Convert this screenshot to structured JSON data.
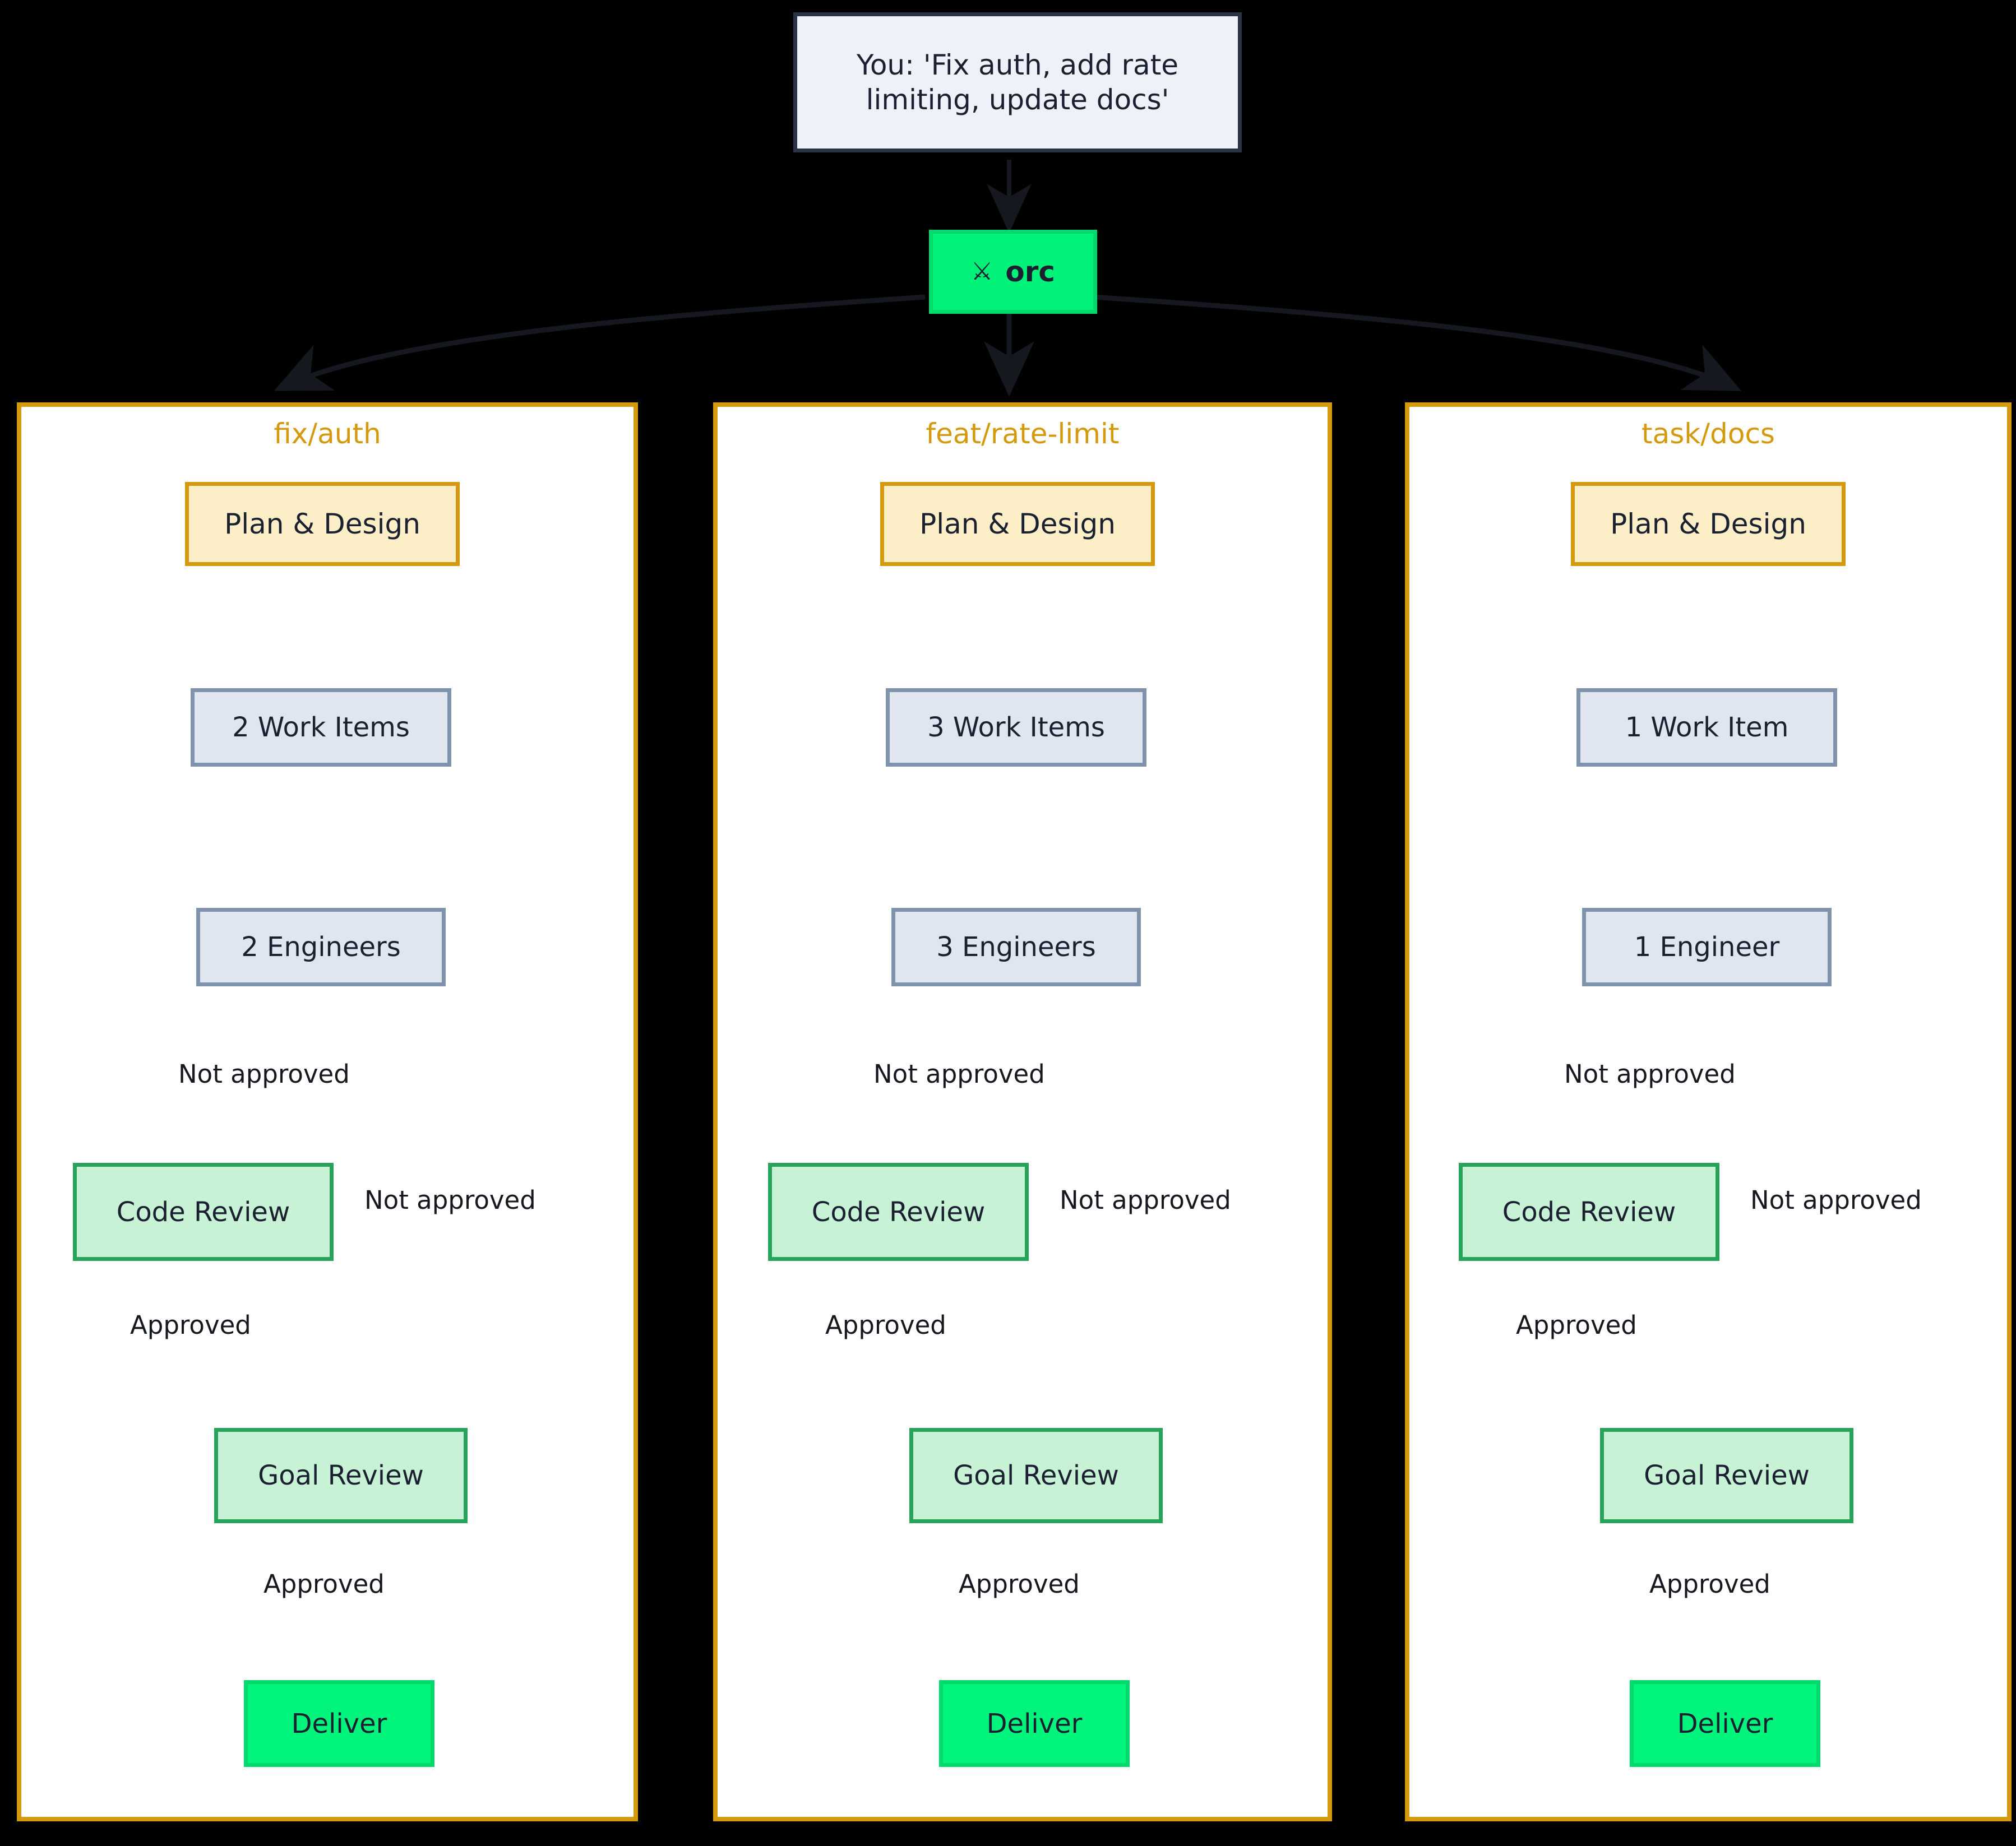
{
  "diagram": {
    "type": "flowchart",
    "background": "#000000",
    "colors": {
      "root_fill": "#eef2f8",
      "root_border": "#2b3447",
      "orchestrator_fill": "#00f279",
      "orchestrator_border": "#00d96c",
      "plan_fill": "#fcefc7",
      "plan_border": "#d4990d",
      "grey_fill": "#dfe6ef",
      "grey_border": "#7f93ac",
      "review_fill": "#c8f2d6",
      "review_border": "#28a35b",
      "deliver_fill": "#00f47c",
      "deliver_border": "#00d96c",
      "panel_fill": "#ffffff",
      "panel_border": "#d4990d",
      "subgraph_title": "#d4990d",
      "edge_stroke": "#15181f",
      "text": "#1b2030"
    }
  },
  "root": {
    "label": "You: 'Fix auth, add rate\nlimiting, update docs'"
  },
  "orchestrator": {
    "icon": "crossed-swords-icon",
    "icon_glyph": "⚔",
    "label": "orc"
  },
  "edge_labels": {
    "not_approved": "Not approved",
    "approved": "Approved"
  },
  "lanes": [
    {
      "title": "fix/auth",
      "nodes": {
        "plan": "Plan & Design",
        "work_items": "2 Work Items",
        "engineers": "2 Engineers",
        "code_review": "Code Review",
        "goal_review": "Goal Review",
        "deliver": "Deliver"
      },
      "edges": [
        {
          "from": "plan",
          "to": "work_items",
          "label": ""
        },
        {
          "from": "work_items",
          "to": "engineers",
          "label": ""
        },
        {
          "from": "engineers",
          "to": "code_review",
          "label": ""
        },
        {
          "from": "code_review",
          "to": "engineers",
          "label": "Not approved"
        },
        {
          "from": "code_review",
          "to": "goal_review",
          "label": "Approved"
        },
        {
          "from": "goal_review",
          "to": "engineers",
          "label": "Not approved"
        },
        {
          "from": "goal_review",
          "to": "deliver",
          "label": "Approved"
        }
      ]
    },
    {
      "title": "feat/rate-limit",
      "nodes": {
        "plan": "Plan & Design",
        "work_items": "3 Work Items",
        "engineers": "3 Engineers",
        "code_review": "Code Review",
        "goal_review": "Goal Review",
        "deliver": "Deliver"
      },
      "edges": [
        {
          "from": "plan",
          "to": "work_items",
          "label": ""
        },
        {
          "from": "work_items",
          "to": "engineers",
          "label": ""
        },
        {
          "from": "engineers",
          "to": "code_review",
          "label": ""
        },
        {
          "from": "code_review",
          "to": "engineers",
          "label": "Not approved"
        },
        {
          "from": "code_review",
          "to": "goal_review",
          "label": "Approved"
        },
        {
          "from": "goal_review",
          "to": "engineers",
          "label": "Not approved"
        },
        {
          "from": "goal_review",
          "to": "deliver",
          "label": "Approved"
        }
      ]
    },
    {
      "title": "task/docs",
      "nodes": {
        "plan": "Plan & Design",
        "work_items": "1 Work Item",
        "engineers": "1 Engineer",
        "code_review": "Code Review",
        "goal_review": "Goal Review",
        "deliver": "Deliver"
      },
      "edges": [
        {
          "from": "plan",
          "to": "work_items",
          "label": ""
        },
        {
          "from": "work_items",
          "to": "engineers",
          "label": ""
        },
        {
          "from": "engineers",
          "to": "code_review",
          "label": ""
        },
        {
          "from": "code_review",
          "to": "engineers",
          "label": "Not approved"
        },
        {
          "from": "code_review",
          "to": "goal_review",
          "label": "Approved"
        },
        {
          "from": "goal_review",
          "to": "engineers",
          "label": "Not approved"
        },
        {
          "from": "goal_review",
          "to": "deliver",
          "label": "Approved"
        }
      ]
    }
  ]
}
